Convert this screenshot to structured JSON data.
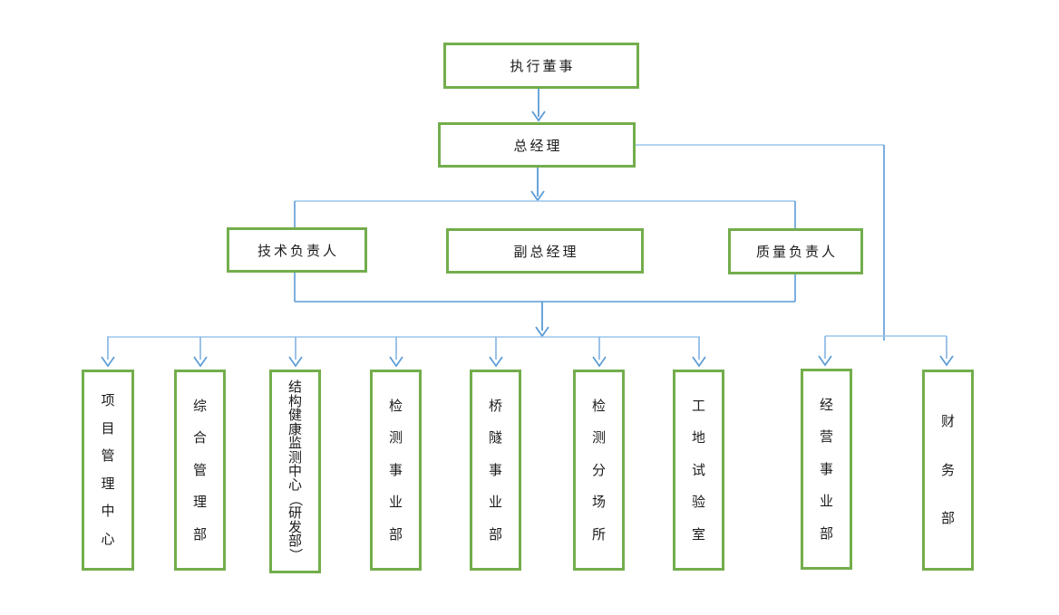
{
  "diagram": {
    "type": "org-chart",
    "nodes": {
      "executive_director": {
        "label": "执行董事"
      },
      "general_manager": {
        "label": "总经理"
      },
      "technical_lead": {
        "label": "技术负责人"
      },
      "deputy_general_manager": {
        "label": "副总经理"
      },
      "quality_lead": {
        "label": "质量负责人"
      },
      "departments": [
        {
          "label": "项目管理中心"
        },
        {
          "label": "综合管理部"
        },
        {
          "label": "结构健康监测中心（研发部）"
        },
        {
          "label": "检测事业部"
        },
        {
          "label": "桥隧事业部"
        },
        {
          "label": "检测分场所"
        },
        {
          "label": "工地试验室"
        },
        {
          "label": "经营事业部"
        },
        {
          "label": "财务部"
        }
      ]
    },
    "colors": {
      "node_border": "#73ad4c",
      "connector_medium": "#5b9bd5",
      "connector_light": "#9cc6ec",
      "text": "#1c1c1c",
      "background": "#ffffff"
    }
  }
}
